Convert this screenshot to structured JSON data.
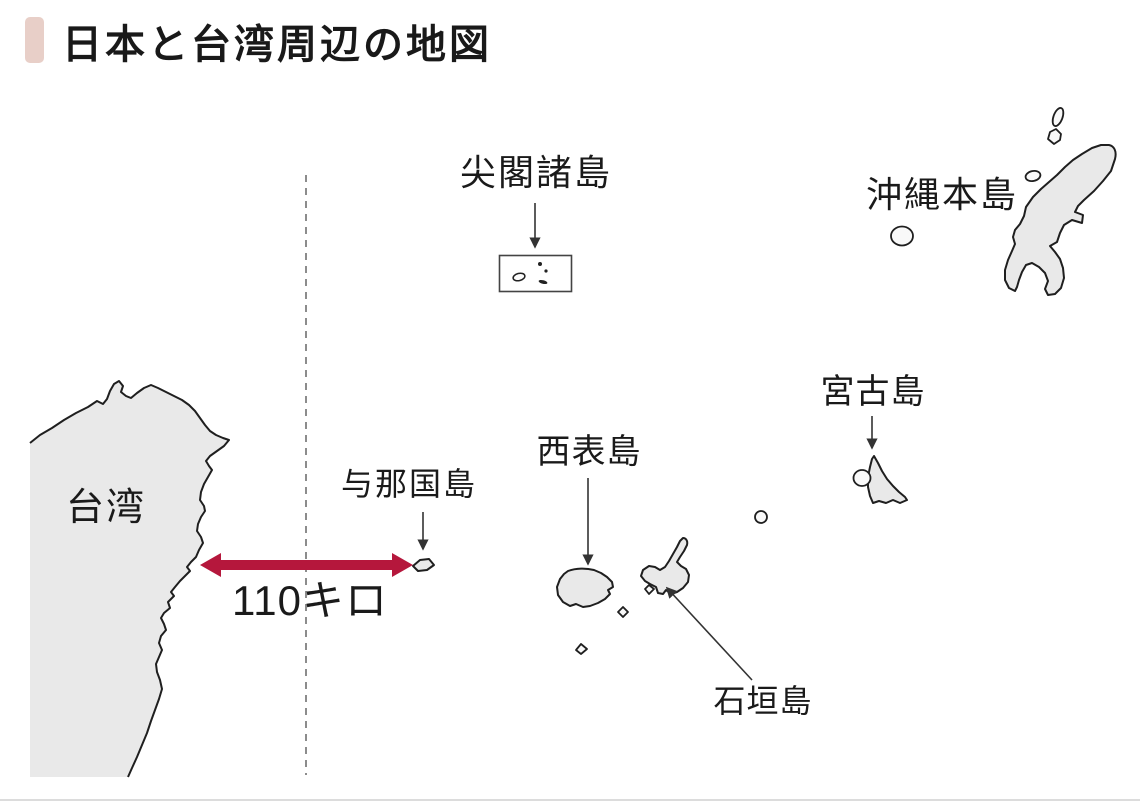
{
  "header": {
    "title": "日本と台湾周辺の地図",
    "accent_bar_color": "#e8cfc8",
    "title_color": "#191919"
  },
  "map": {
    "labels": {
      "taiwan": "台湾",
      "yonaguni": "与那国島",
      "senkaku": "尖閣諸島",
      "okinawa": "沖縄本島",
      "miyako": "宮古島",
      "iriomote": "西表島",
      "ishigaki": "石垣島"
    },
    "distance_label": "110キロ",
    "colors": {
      "island_fill": "#e9e9e9",
      "small_island_fill": "#f9f9f9",
      "island_stroke": "#1f1f1f",
      "distance_arrow": "#b5173c",
      "label_arrow": "#333333",
      "dashed_line": "#8c8c8c",
      "senkaku_box_stroke": "#444444",
      "bottom_rule": "#dcdcdc",
      "background": "#ffffff"
    }
  }
}
